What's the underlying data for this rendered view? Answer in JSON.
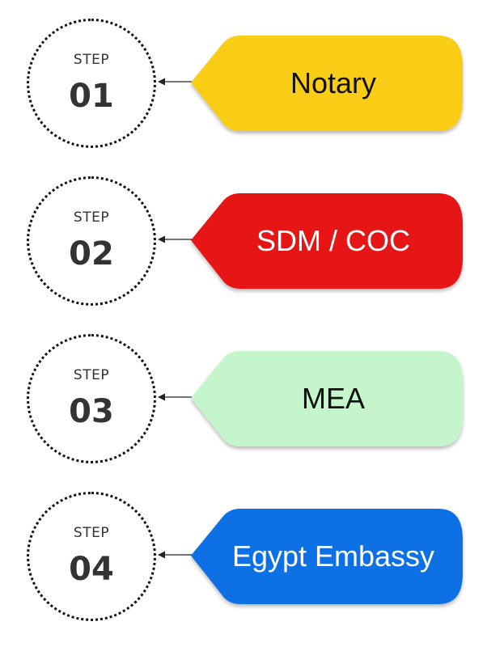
{
  "steps": [
    {
      "step_label": "STEP",
      "number": "01",
      "title": "Notary",
      "color": "#f9cd17",
      "text_color": "#111111"
    },
    {
      "step_label": "STEP",
      "number": "02",
      "title": "SDM / COC",
      "color": "#e61516",
      "text_color": "#ffffff"
    },
    {
      "step_label": "STEP",
      "number": "03",
      "title": "MEA",
      "color": "#c5f5cb",
      "text_color": "#111111"
    },
    {
      "step_label": "STEP",
      "number": "04",
      "title": "Egypt Embassy",
      "color": "#1170e4",
      "text_color": "#ffffff"
    }
  ]
}
